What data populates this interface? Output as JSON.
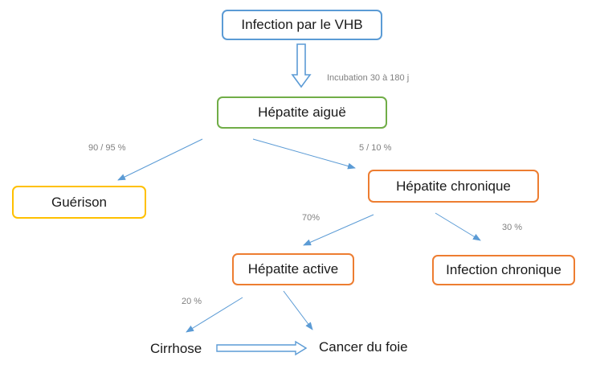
{
  "colors": {
    "blue": "#5b9bd5",
    "green": "#70ad47",
    "orange": "#ed7d31",
    "gold": "#ffc000",
    "arrow": "#5b9bd5"
  },
  "nodes": {
    "infection_vhb": "Infection par le VHB",
    "hepatite_aigue": "Hépatite aiguë",
    "guerison": "Guérison",
    "hepatite_chronique": "Hépatite chronique",
    "hepatite_active": "Hépatite active",
    "infection_chronique": "Infection chronique",
    "cirrhose": "Cirrhose",
    "cancer_foie": "Cancer du foie"
  },
  "labels": {
    "incubation": "Incubation 30 à 180 j",
    "to_guerison": "90 / 95 %",
    "to_chronique": "5 / 10 %",
    "to_active": "70%",
    "to_infection_chronique": "30 %",
    "to_cirrhose": "20 %"
  }
}
